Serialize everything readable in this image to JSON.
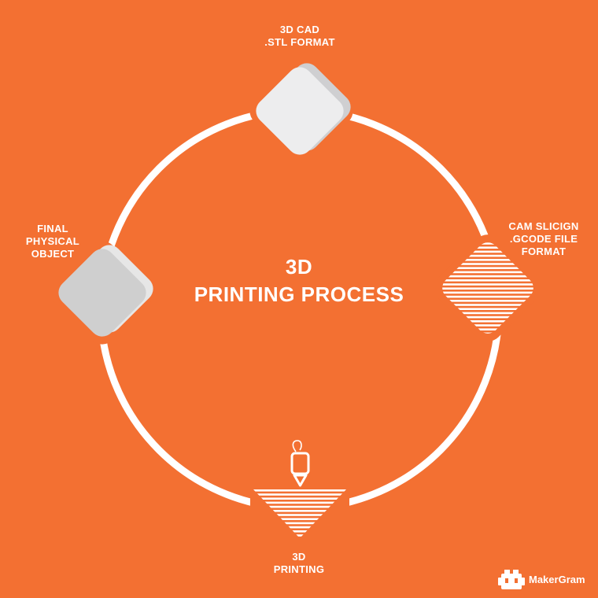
{
  "title": {
    "line1": "3D",
    "line2": "PRINTING PROCESS"
  },
  "steps": {
    "cad": {
      "line1": "3D CAD",
      "line2": ".STL FORMAT"
    },
    "cam": {
      "line1": "CAM SLICIGN",
      "line2": ".GCODE FILE",
      "line3": "FORMAT"
    },
    "printing": {
      "line1": "3D",
      "line2": "PRINTING"
    },
    "final": {
      "line1": "FINAL",
      "line2": "PHYSICAL",
      "line3": "OBJECT"
    }
  },
  "brand": {
    "name": "MakerGram"
  },
  "colors": {
    "background": "#F37032",
    "ring": "#FFFFFF",
    "cad_tile": "#EDEDEE",
    "cad_tile_shadow": "#CFCFD1",
    "final_tile": "#CFCFCF",
    "final_tile_shadow": "#E6E6E6"
  }
}
